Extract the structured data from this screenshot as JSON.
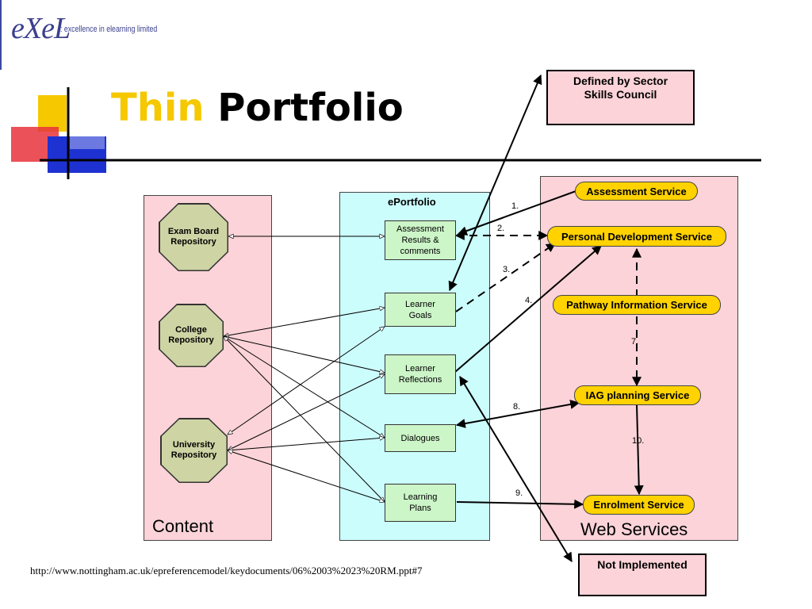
{
  "logo": {
    "mark": "eXeL",
    "tagline": ": excellence in elearning limited"
  },
  "title": {
    "part1": "Thin",
    "part2": "Portfolio"
  },
  "panels": {
    "content": "Content",
    "eportfolio": "ePortfolio",
    "web_services": "Web Services"
  },
  "repositories": {
    "exam": [
      "Exam Board",
      "Repository"
    ],
    "college": [
      "College",
      "Repository"
    ],
    "university": [
      "University",
      "Repository"
    ]
  },
  "eportfolio_items": {
    "assessment": [
      "Assessment",
      "Results &",
      "comments"
    ],
    "goals": [
      "Learner",
      "Goals"
    ],
    "reflections": [
      "Learner",
      "Reflections"
    ],
    "dialogues": [
      "Dialogues"
    ],
    "plans": [
      "Learning",
      "Plans"
    ]
  },
  "services": {
    "assessment": "Assessment Service",
    "pds": "Personal Development Service",
    "pathway": "Pathway Information Service",
    "iag": "IAG planning Service",
    "enrolment": "Enrolment Service"
  },
  "notes": {
    "sector": [
      "Defined by Sector",
      "Skills Council"
    ],
    "not_implemented": "Not Implemented"
  },
  "link_numbers": {
    "n1": "1.",
    "n2": "2.",
    "n3": "3.",
    "n4": "4.",
    "n7": "7.",
    "n8": "8.",
    "n9": "9.",
    "n10": "10."
  },
  "footer": {
    "url": "http://www.nottingham.ac.uk/epreferencemodel/keydocuments/06%2003%2023%20RM.ppt#7"
  },
  "colors": {
    "yellow": "#f5c800",
    "red": "#e8323c",
    "blue": "#1e32d2",
    "pink": "#fbd3d8",
    "cyan": "#ccfdfd",
    "olive": "#cfd4a4",
    "green": "#ccf5c8",
    "gold": "#ffd200"
  }
}
